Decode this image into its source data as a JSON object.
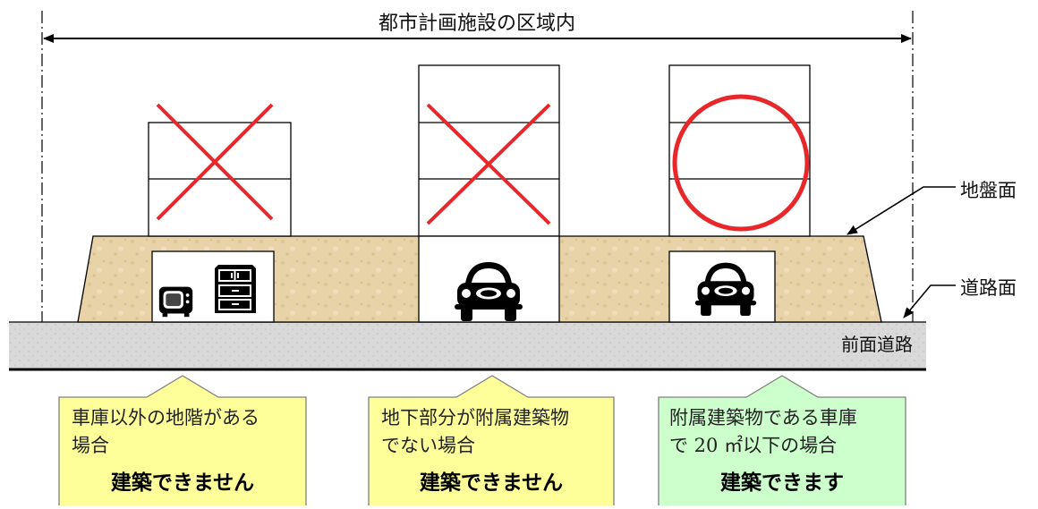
{
  "diagram": {
    "top_label": "都市計画施設の区域内",
    "ground_label": "地盤面",
    "road_level_label": "道路面",
    "road_label": "前面道路",
    "colors": {
      "soil": "#e8d3a9",
      "road": "#d9d9d9",
      "cross": "#e8272b",
      "circle": "#e8272b",
      "callout_yellow": "#ffff99",
      "callout_green": "#ccffcc",
      "callout_border": "#808080"
    },
    "buildings": [
      {
        "upper_floors": 2,
        "basement": "other-use",
        "verdict_mark": "cross",
        "basement_icons": [
          "tv-icon",
          "cabinet-icon"
        ]
      },
      {
        "upper_floors": 3,
        "basement": "garage",
        "verdict_mark": "cross",
        "basement_icons": [
          "car-icon"
        ]
      },
      {
        "upper_floors": 3,
        "basement": "garage",
        "verdict_mark": "circle",
        "basement_icons": [
          "car-icon"
        ]
      }
    ],
    "callouts": [
      {
        "line1": "車庫以外の地階がある",
        "line2": "場合",
        "verdict": "建築できません"
      },
      {
        "line1": "地下部分が附属建築物",
        "line2": "でない場合",
        "verdict": "建築できません"
      },
      {
        "line1": "附属建築物である車庫",
        "line2": "で 20 ㎡以下の場合",
        "verdict": "建築できます"
      }
    ]
  }
}
